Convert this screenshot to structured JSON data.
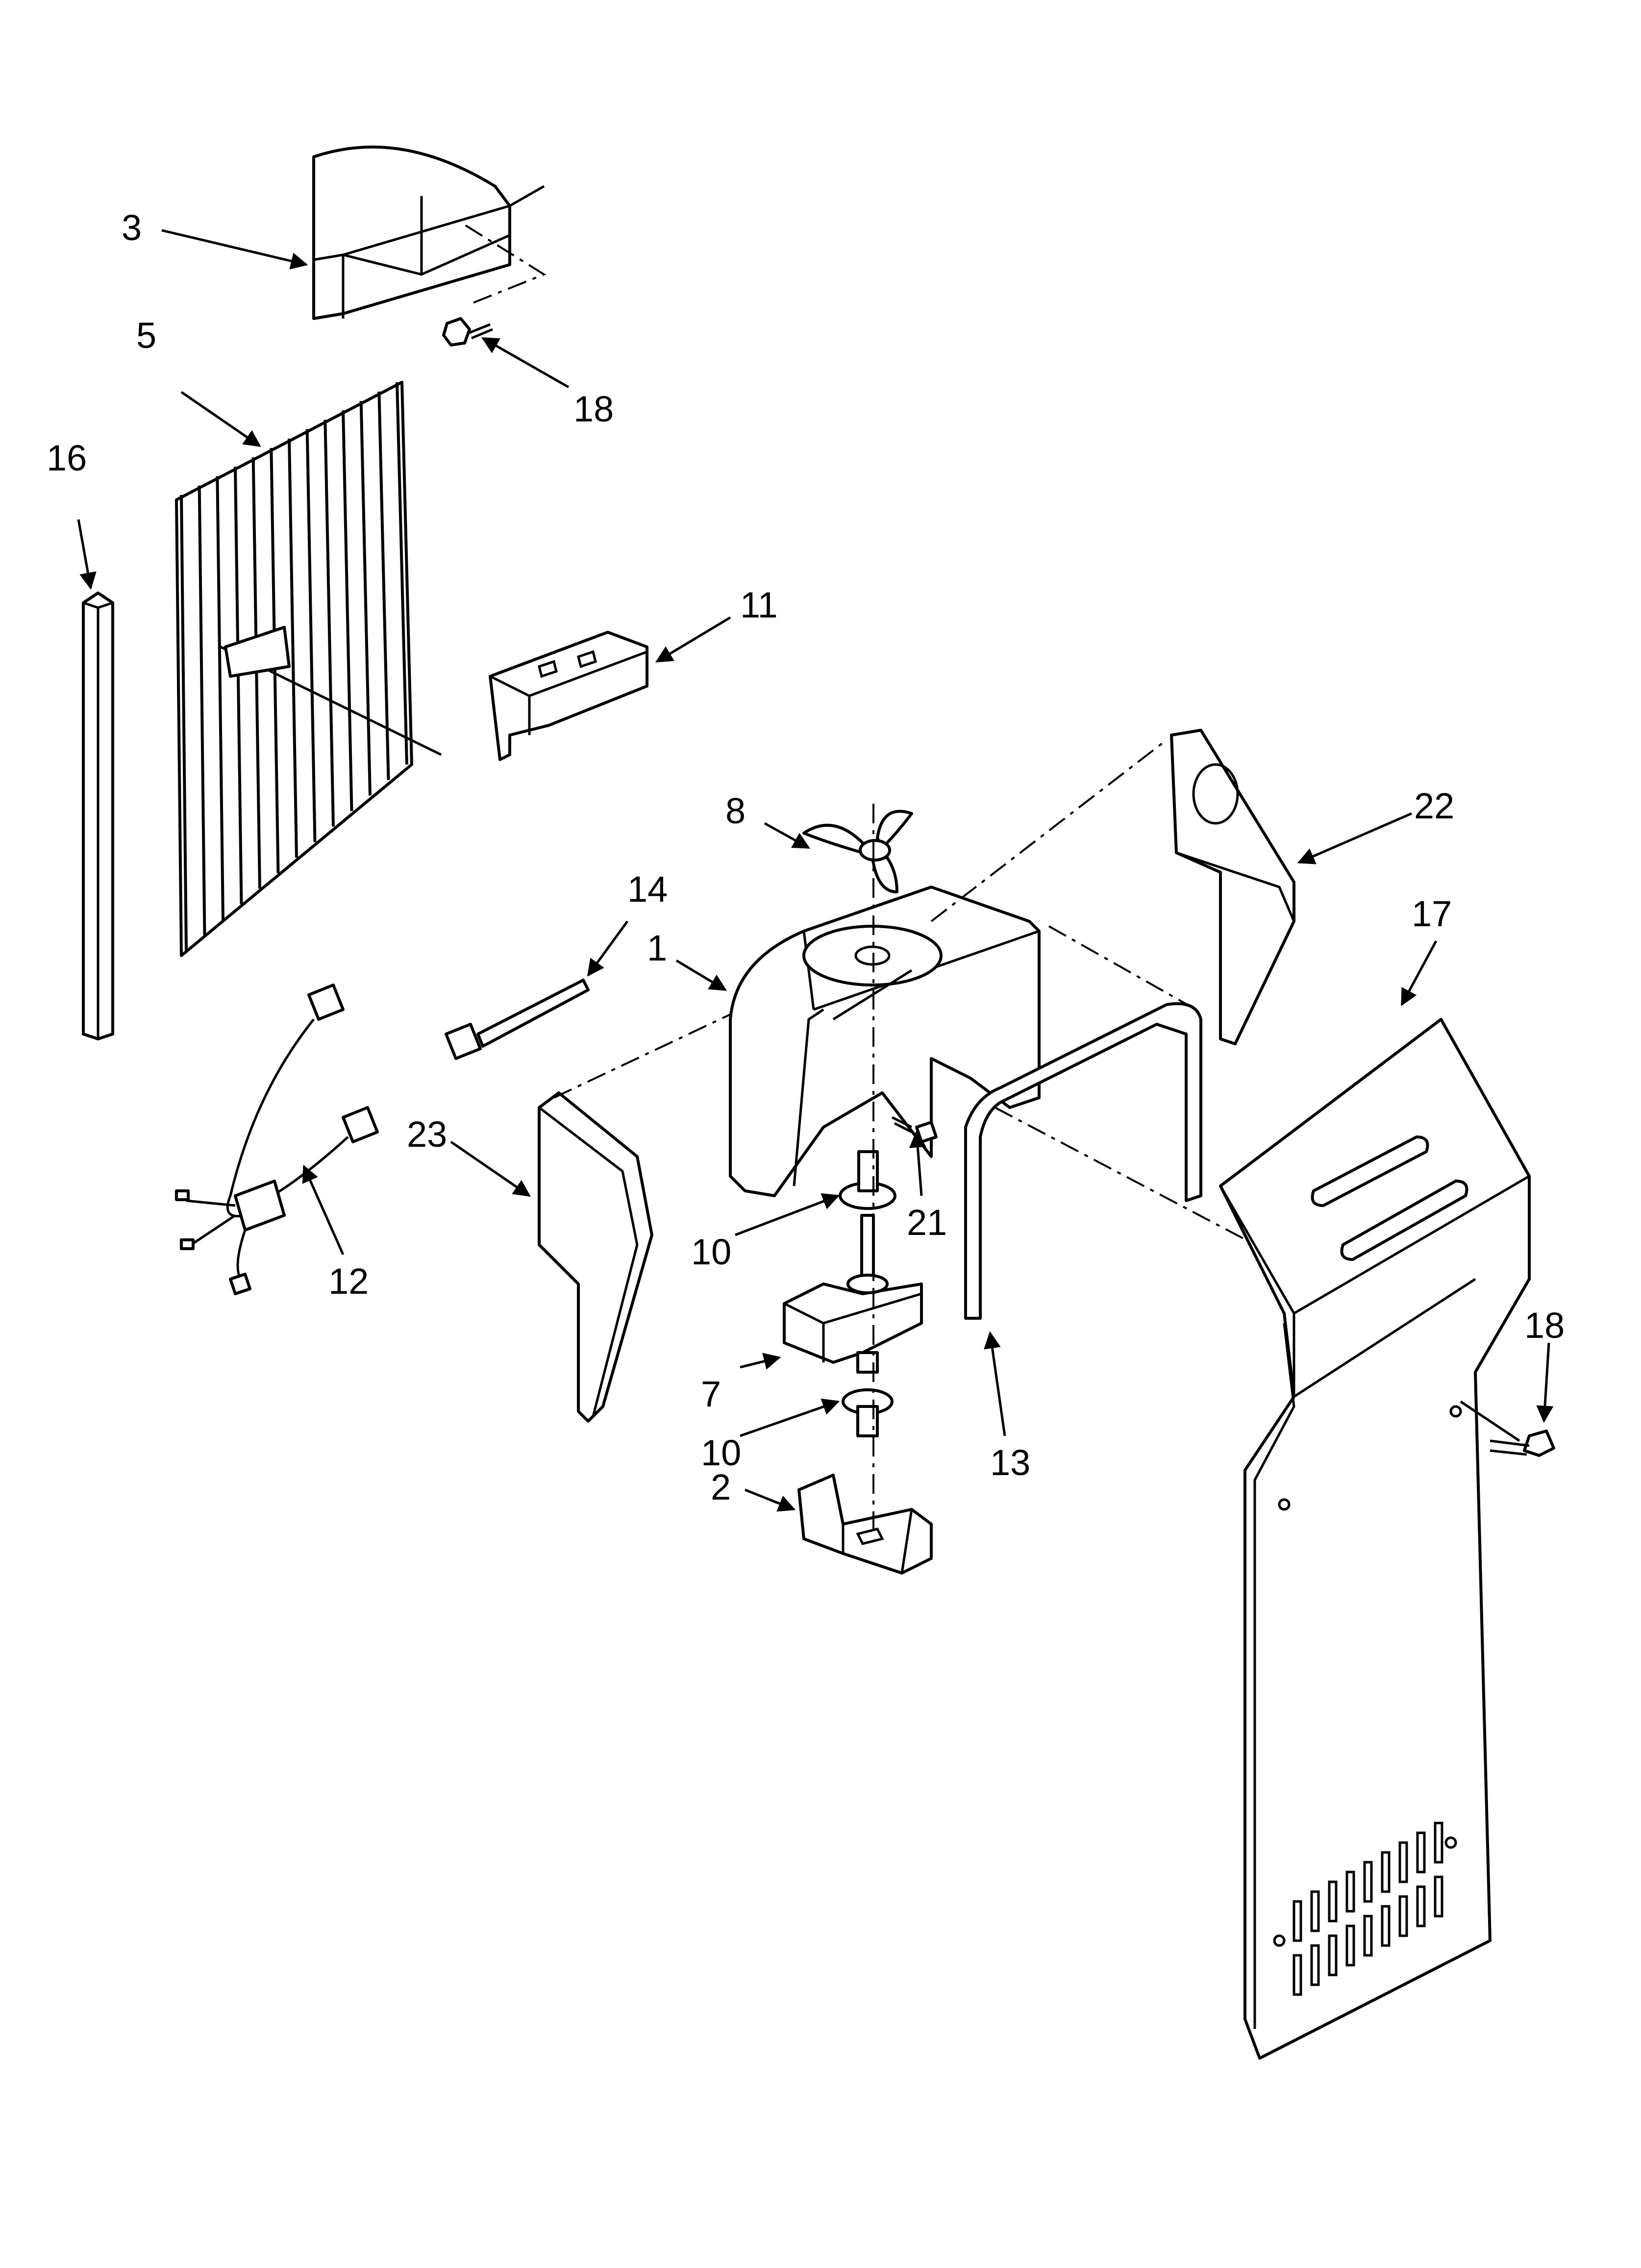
{
  "callouts": [
    {
      "id": "3",
      "label": "3"
    },
    {
      "id": "18a",
      "label": "18"
    },
    {
      "id": "5",
      "label": "5"
    },
    {
      "id": "16",
      "label": "16"
    },
    {
      "id": "11",
      "label": "11"
    },
    {
      "id": "8",
      "label": "8"
    },
    {
      "id": "22",
      "label": "22"
    },
    {
      "id": "14",
      "label": "14"
    },
    {
      "id": "1",
      "label": "1"
    },
    {
      "id": "17",
      "label": "17"
    },
    {
      "id": "23",
      "label": "23"
    },
    {
      "id": "21",
      "label": "21"
    },
    {
      "id": "10a",
      "label": "10"
    },
    {
      "id": "12",
      "label": "12"
    },
    {
      "id": "7",
      "label": "7"
    },
    {
      "id": "10b",
      "label": "10"
    },
    {
      "id": "13",
      "label": "13"
    },
    {
      "id": "18b",
      "label": "18"
    },
    {
      "id": "2",
      "label": "2"
    }
  ]
}
